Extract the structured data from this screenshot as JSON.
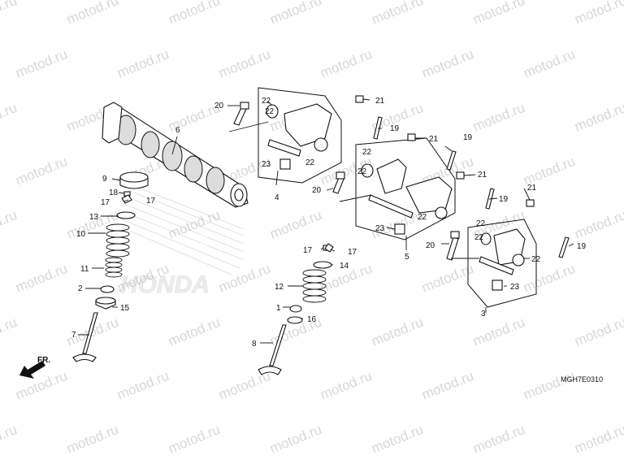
{
  "diagram": {
    "code": "MGH7E0310",
    "brand_watermark": "HONDA",
    "watermark_text": "motod.ru",
    "fr_label": "FR.",
    "callouts": [
      "1",
      "2",
      "3",
      "4",
      "5",
      "6",
      "7",
      "8",
      "9",
      "10",
      "11",
      "12",
      "13",
      "14",
      "15",
      "16",
      "17",
      "18",
      "19",
      "20",
      "21",
      "22",
      "23"
    ]
  }
}
